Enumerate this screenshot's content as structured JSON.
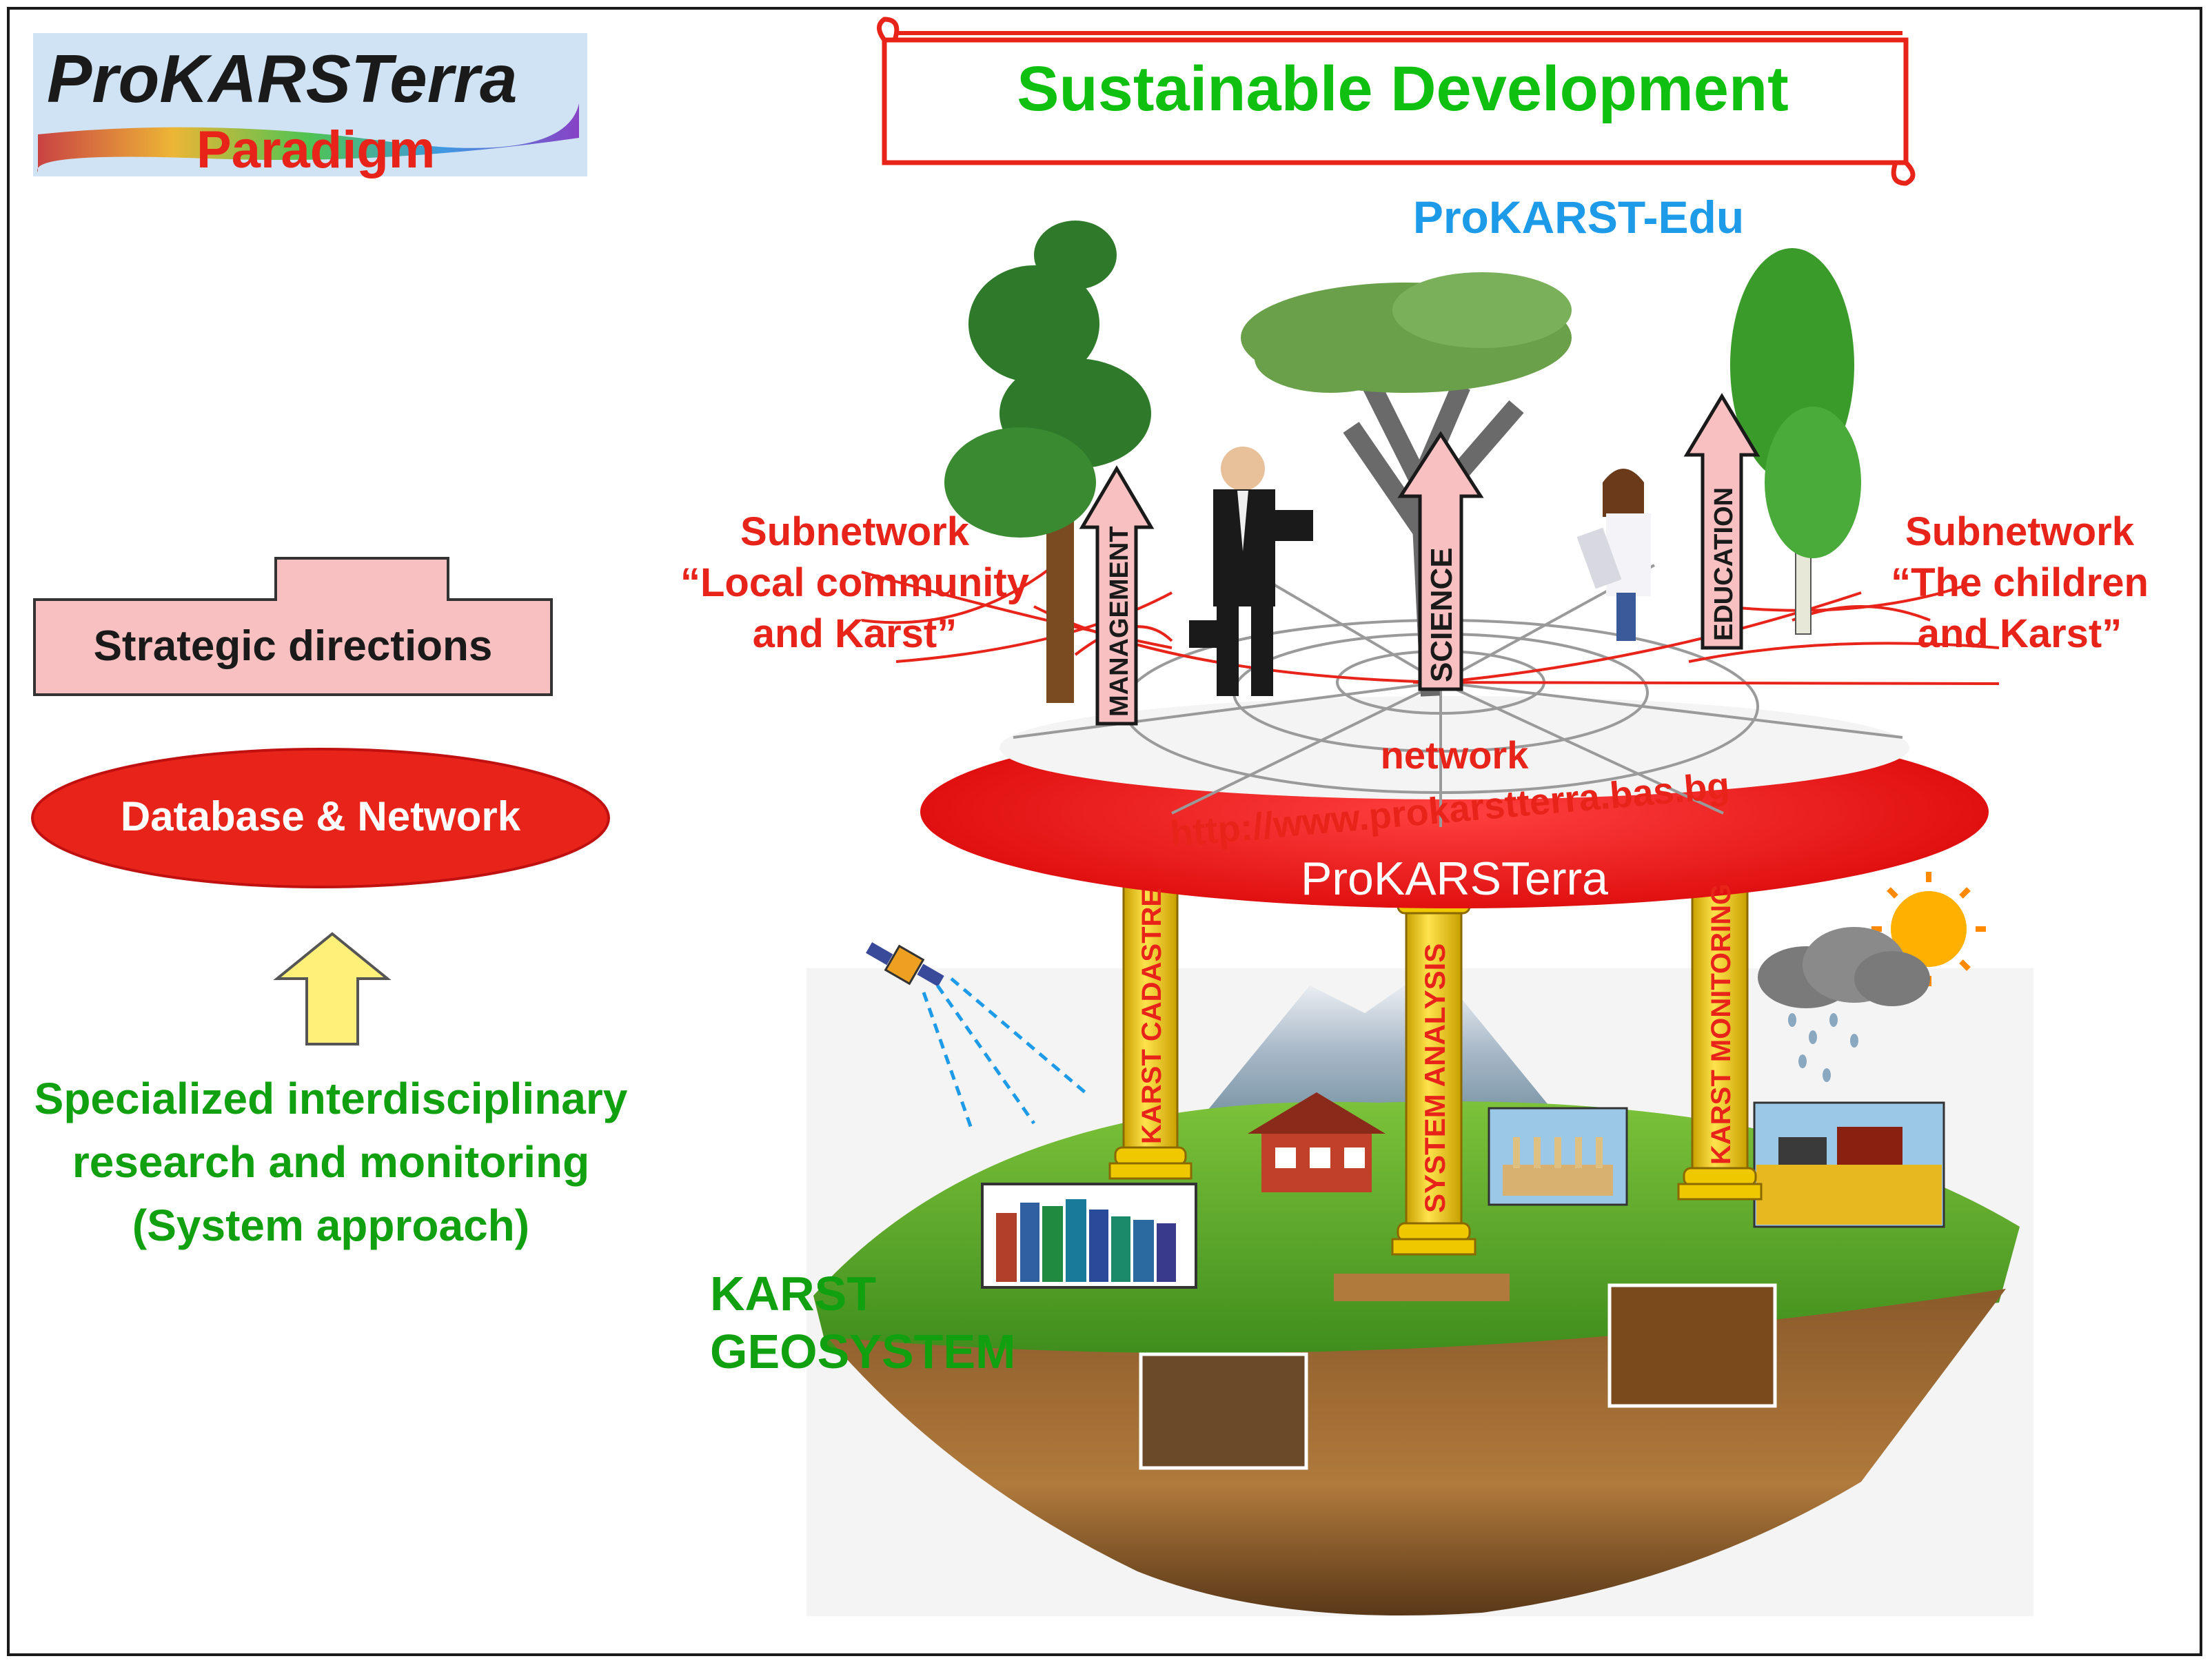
{
  "logo": {
    "title": "ProKARSTerra",
    "subtitle": "Paradigm"
  },
  "banner": {
    "text": "Sustainable Development",
    "color": "#10c010"
  },
  "edu": {
    "text": "ProKARST-Edu",
    "color": "#1e9be8"
  },
  "left_panel": {
    "strategic": "Strategic directions",
    "database": "Database & Network",
    "research": {
      "line1": "Specialized interdisciplinary",
      "line2": "research and monitoring",
      "line3": "(System approach)"
    }
  },
  "subnetwork_left": {
    "line1": "Subnetwork",
    "line2": "“Local community",
    "line3": "and Karst”"
  },
  "subnetwork_right": {
    "line1": "Subnetwork",
    "line2": "“The children",
    "line3": "and Karst”"
  },
  "arrows": {
    "management": "MANAGEMENT",
    "science": "SCIENCE",
    "education": "EDUCATION"
  },
  "platform": {
    "network": "network",
    "url": "http://www.prokarstterra.bas.bg",
    "name": "ProKARSTerra"
  },
  "pillars": {
    "cadastre": "KARST CADASTRE",
    "analysis": "SYSTEM ANALYSIS",
    "monitoring": "KARST MONITORING"
  },
  "geosystem": {
    "line1": "KARST",
    "line2": "GEOSYSTEM"
  },
  "colors": {
    "red": "#e8241a",
    "green": "#10a010",
    "pink": "#f8c0c0",
    "yellow": "#fff07a",
    "pillar": "#ffd700"
  }
}
